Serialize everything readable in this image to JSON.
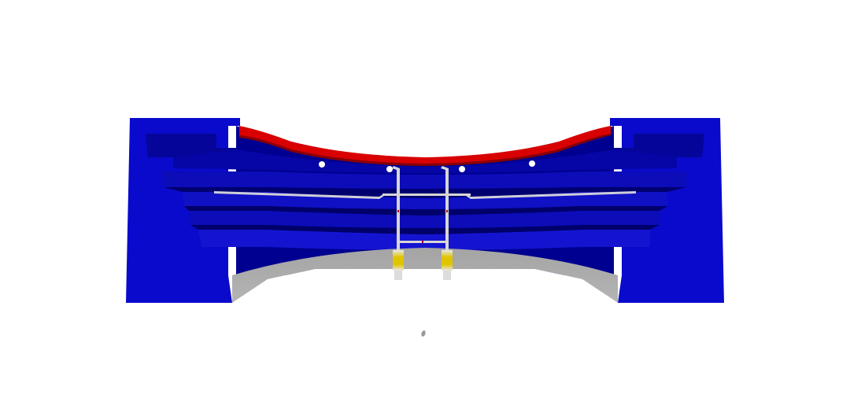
{
  "scene": {
    "type": "3d-stadium-render",
    "description_visible_text": "",
    "colors": {
      "background": "#ffffff",
      "stand_outer": "#0a0acc",
      "stand_dark": "#000080",
      "stand_mid": "#0b0bb4",
      "stand_light": "#1414d4",
      "roof_red": "#d80000",
      "roof_red_dark": "#9a0000",
      "field": "#a9a9a9",
      "field_light": "#bcbcbc",
      "post": "#d3d3d3",
      "post_pad_yellow": "#e0c400",
      "floodlight": "#ffffff",
      "ball": "#9a9a9a"
    },
    "objects": {
      "floodlights_count": 4,
      "goalposts_count": 2,
      "ball_visible": true
    }
  }
}
